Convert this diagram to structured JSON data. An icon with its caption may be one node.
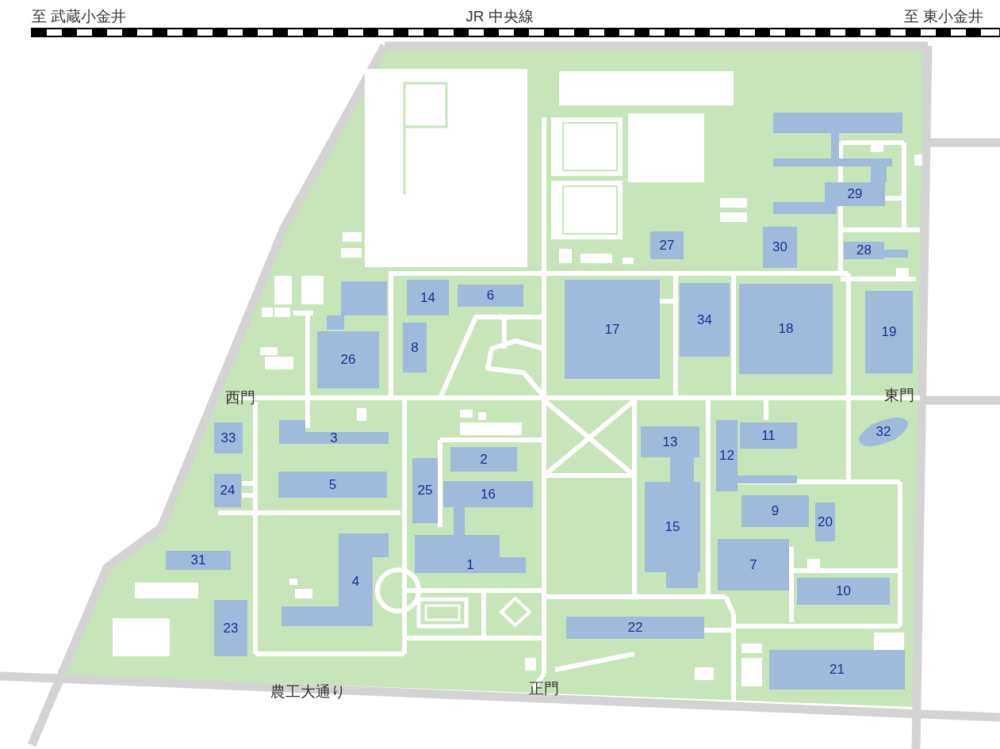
{
  "diagram": {
    "nodes": [
      {
        "text": [
          "1"
        ]
      },
      {
        "text": [
          "2"
        ]
      },
      {
        "text": [
          "3"
        ]
      },
      {
        "text": [
          "4"
        ]
      },
      {
        "text": [
          "5"
        ]
      },
      {
        "text": [
          "6"
        ]
      },
      {
        "text": [
          "7"
        ]
      },
      {
        "text": [
          "8"
        ]
      },
      {
        "text": [
          "9"
        ]
      },
      {
        "text": [
          "10"
        ]
      },
      {
        "text": [
          "11"
        ]
      },
      {
        "text": [
          "12"
        ]
      },
      {
        "text": [
          "13"
        ]
      },
      {
        "text": [
          "14"
        ]
      },
      {
        "text": [
          "15"
        ]
      },
      {
        "text": [
          "16"
        ]
      },
      {
        "text": [
          "17"
        ]
      },
      {
        "text": [
          "18"
        ]
      },
      {
        "text": [
          "19"
        ]
      },
      {
        "text": [
          "20"
        ]
      },
      {
        "text": [
          "21"
        ]
      },
      {
        "text": [
          "22"
        ]
      },
      {
        "text": [
          "23"
        ]
      },
      {
        "text": [
          "24"
        ]
      },
      {
        "text": [
          "25"
        ]
      },
      {
        "text": [
          "26"
        ]
      },
      {
        "text": [
          "27"
        ]
      },
      {
        "text": [
          "28"
        ]
      },
      {
        "text": [
          "29"
        ]
      },
      {
        "text": [
          "30"
        ]
      },
      {
        "text": [
          "31"
        ]
      },
      {
        "text": [
          "32"
        ]
      },
      {
        "text": [
          "33"
        ]
      },
      {
        "text": [
          "34"
        ]
      }
    ],
    "labels": [
      "至 武蔵小金井",
      "JR 中央線",
      "至 東小金井",
      "西門",
      "東門",
      "農工大通り",
      "正門"
    ]
  }
}
